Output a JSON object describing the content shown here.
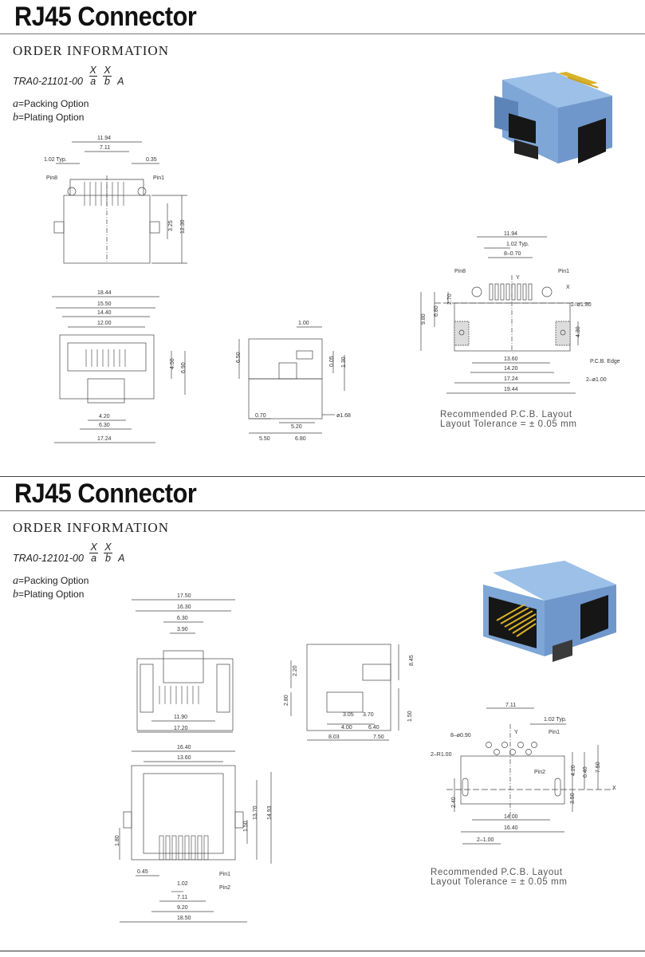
{
  "sections": [
    {
      "title": "RJ45 Connector",
      "order_heading": "ORDER INFORMATION",
      "part_prefix": "TRA0-21101-00",
      "part_x1": "X",
      "part_sub1": "a",
      "part_x2": "X",
      "part_sub2": "b",
      "part_suffix": "A",
      "option_a_key": "a",
      "option_a_text": "=Packing Option",
      "option_b_key": "b",
      "option_b_text": "=Plating Option",
      "pcb_note_line1": "Recommended P.C.B. Layout",
      "pcb_note_line2": "Layout Tolerance = ± 0.05 mm",
      "top_view": {
        "w1": "11.94",
        "w2": "7.11",
        "pitch": "1.02 Typ.",
        "edge": "0.35",
        "pin8": "Pin8",
        "pin1": "Pin1",
        "h1": "3.25",
        "h2": "12.30"
      },
      "front_view": {
        "w1": "18.44",
        "w2": "15.50",
        "w3": "14.40",
        "w4": "12.00",
        "h1": "4.50",
        "h2": "6.90",
        "b1": "4.20",
        "b2": "6.30",
        "b3": "17.24"
      },
      "side_view": {
        "t1": "1.00",
        "h1": "6.50",
        "h2": "0.05",
        "h3": "1.30",
        "b1": "0.70",
        "b2": "5.20",
        "b3": "5.50",
        "b4": "6.80",
        "dia": "ø1.68"
      },
      "pcb_view": {
        "w1": "11.94",
        "pitch": "1.02 Typ.",
        "pins": "8–0.70",
        "pin8": "Pin8",
        "pin1": "Pin1",
        "y": "Y",
        "x": "X",
        "holes": "2–ø1.80",
        "h1": "6.80",
        "h2": "2.70",
        "h3": "9.80",
        "h4": "4.30",
        "edge": "P.C.B. Edge",
        "holes2": "2–ø1.00",
        "w2": "13.60",
        "w3": "14.20",
        "w4": "17.24",
        "w5": "19.44"
      }
    },
    {
      "title": "RJ45 Connector",
      "order_heading": "ORDER INFORMATION",
      "part_prefix": "TRA0-12101-00",
      "part_x1": "X",
      "part_sub1": "a",
      "part_x2": "X",
      "part_sub2": "b",
      "part_suffix": "A",
      "option_a_key": "a",
      "option_a_text": "=Packing Option",
      "option_b_key": "b",
      "option_b_text": "=Plating Option",
      "pcb_note_line1": "Recommended P.C.B. Layout",
      "pcb_note_line2": "Layout Tolerance = ± 0.05 mm",
      "front_view": {
        "w1": "17.50",
        "w2": "16.30",
        "w3": "6.30",
        "w4": "3.90",
        "b1": "11.90",
        "b2": "17.20"
      },
      "side_view": {
        "h1": "8.45",
        "h2": "2.20",
        "h3": "2.80",
        "h4": "1.50",
        "b1": "3.05",
        "b2": "3.70",
        "b3": "4.00",
        "b4": "6.40",
        "b5": "8.03",
        "b6": "7.50"
      },
      "top_view": {
        "w1": "16.40",
        "w2": "13.60",
        "h1": "13.70",
        "h2": "14.93",
        "h3": "1.50",
        "h4": "1.80",
        "b1": "0.45",
        "b2": "1.02",
        "b3": "7.11",
        "b4": "9.20",
        "b5": "18.50",
        "pin1": "Pin1",
        "pin2": "Pin2"
      },
      "pcb_view": {
        "w1": "7.11",
        "pitch": "1.02 Typ.",
        "holes": "8–ø0.90",
        "y": "Y",
        "pin1": "Pin1",
        "radius": "2–R1.00",
        "pin2": "Pin2",
        "h1": "4.20",
        "h2": "6.40",
        "h3": "7.50",
        "h4": "2.40",
        "h5": "3.50",
        "x": "X",
        "w2": "14.00",
        "w3": "16.40",
        "slots": "2–1.00"
      }
    }
  ],
  "colors": {
    "body": "#7ea6d6",
    "body_dark": "#5d84b8",
    "black": "#161616",
    "gold": "#d8b22a"
  }
}
